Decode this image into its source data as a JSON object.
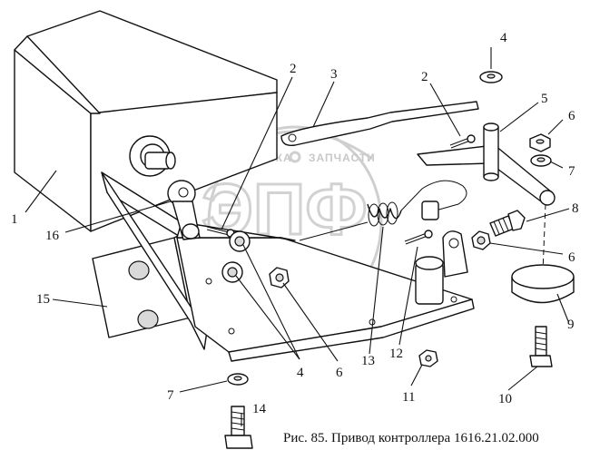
{
  "caption": "Рис. 85. Привод контроллера 1616.21.02.000",
  "watermark": {
    "top_text_left": "ТЕХНИКА",
    "top_text_right": "ЗАПЧАСТИ",
    "big_text": "ЭПФ"
  },
  "callouts": [
    "1",
    "2",
    "3",
    "2",
    "4",
    "5",
    "6",
    "7",
    "8",
    "6",
    "9",
    "10",
    "16",
    "15",
    "7",
    "14",
    "4",
    "6",
    "13",
    "12",
    "11"
  ]
}
